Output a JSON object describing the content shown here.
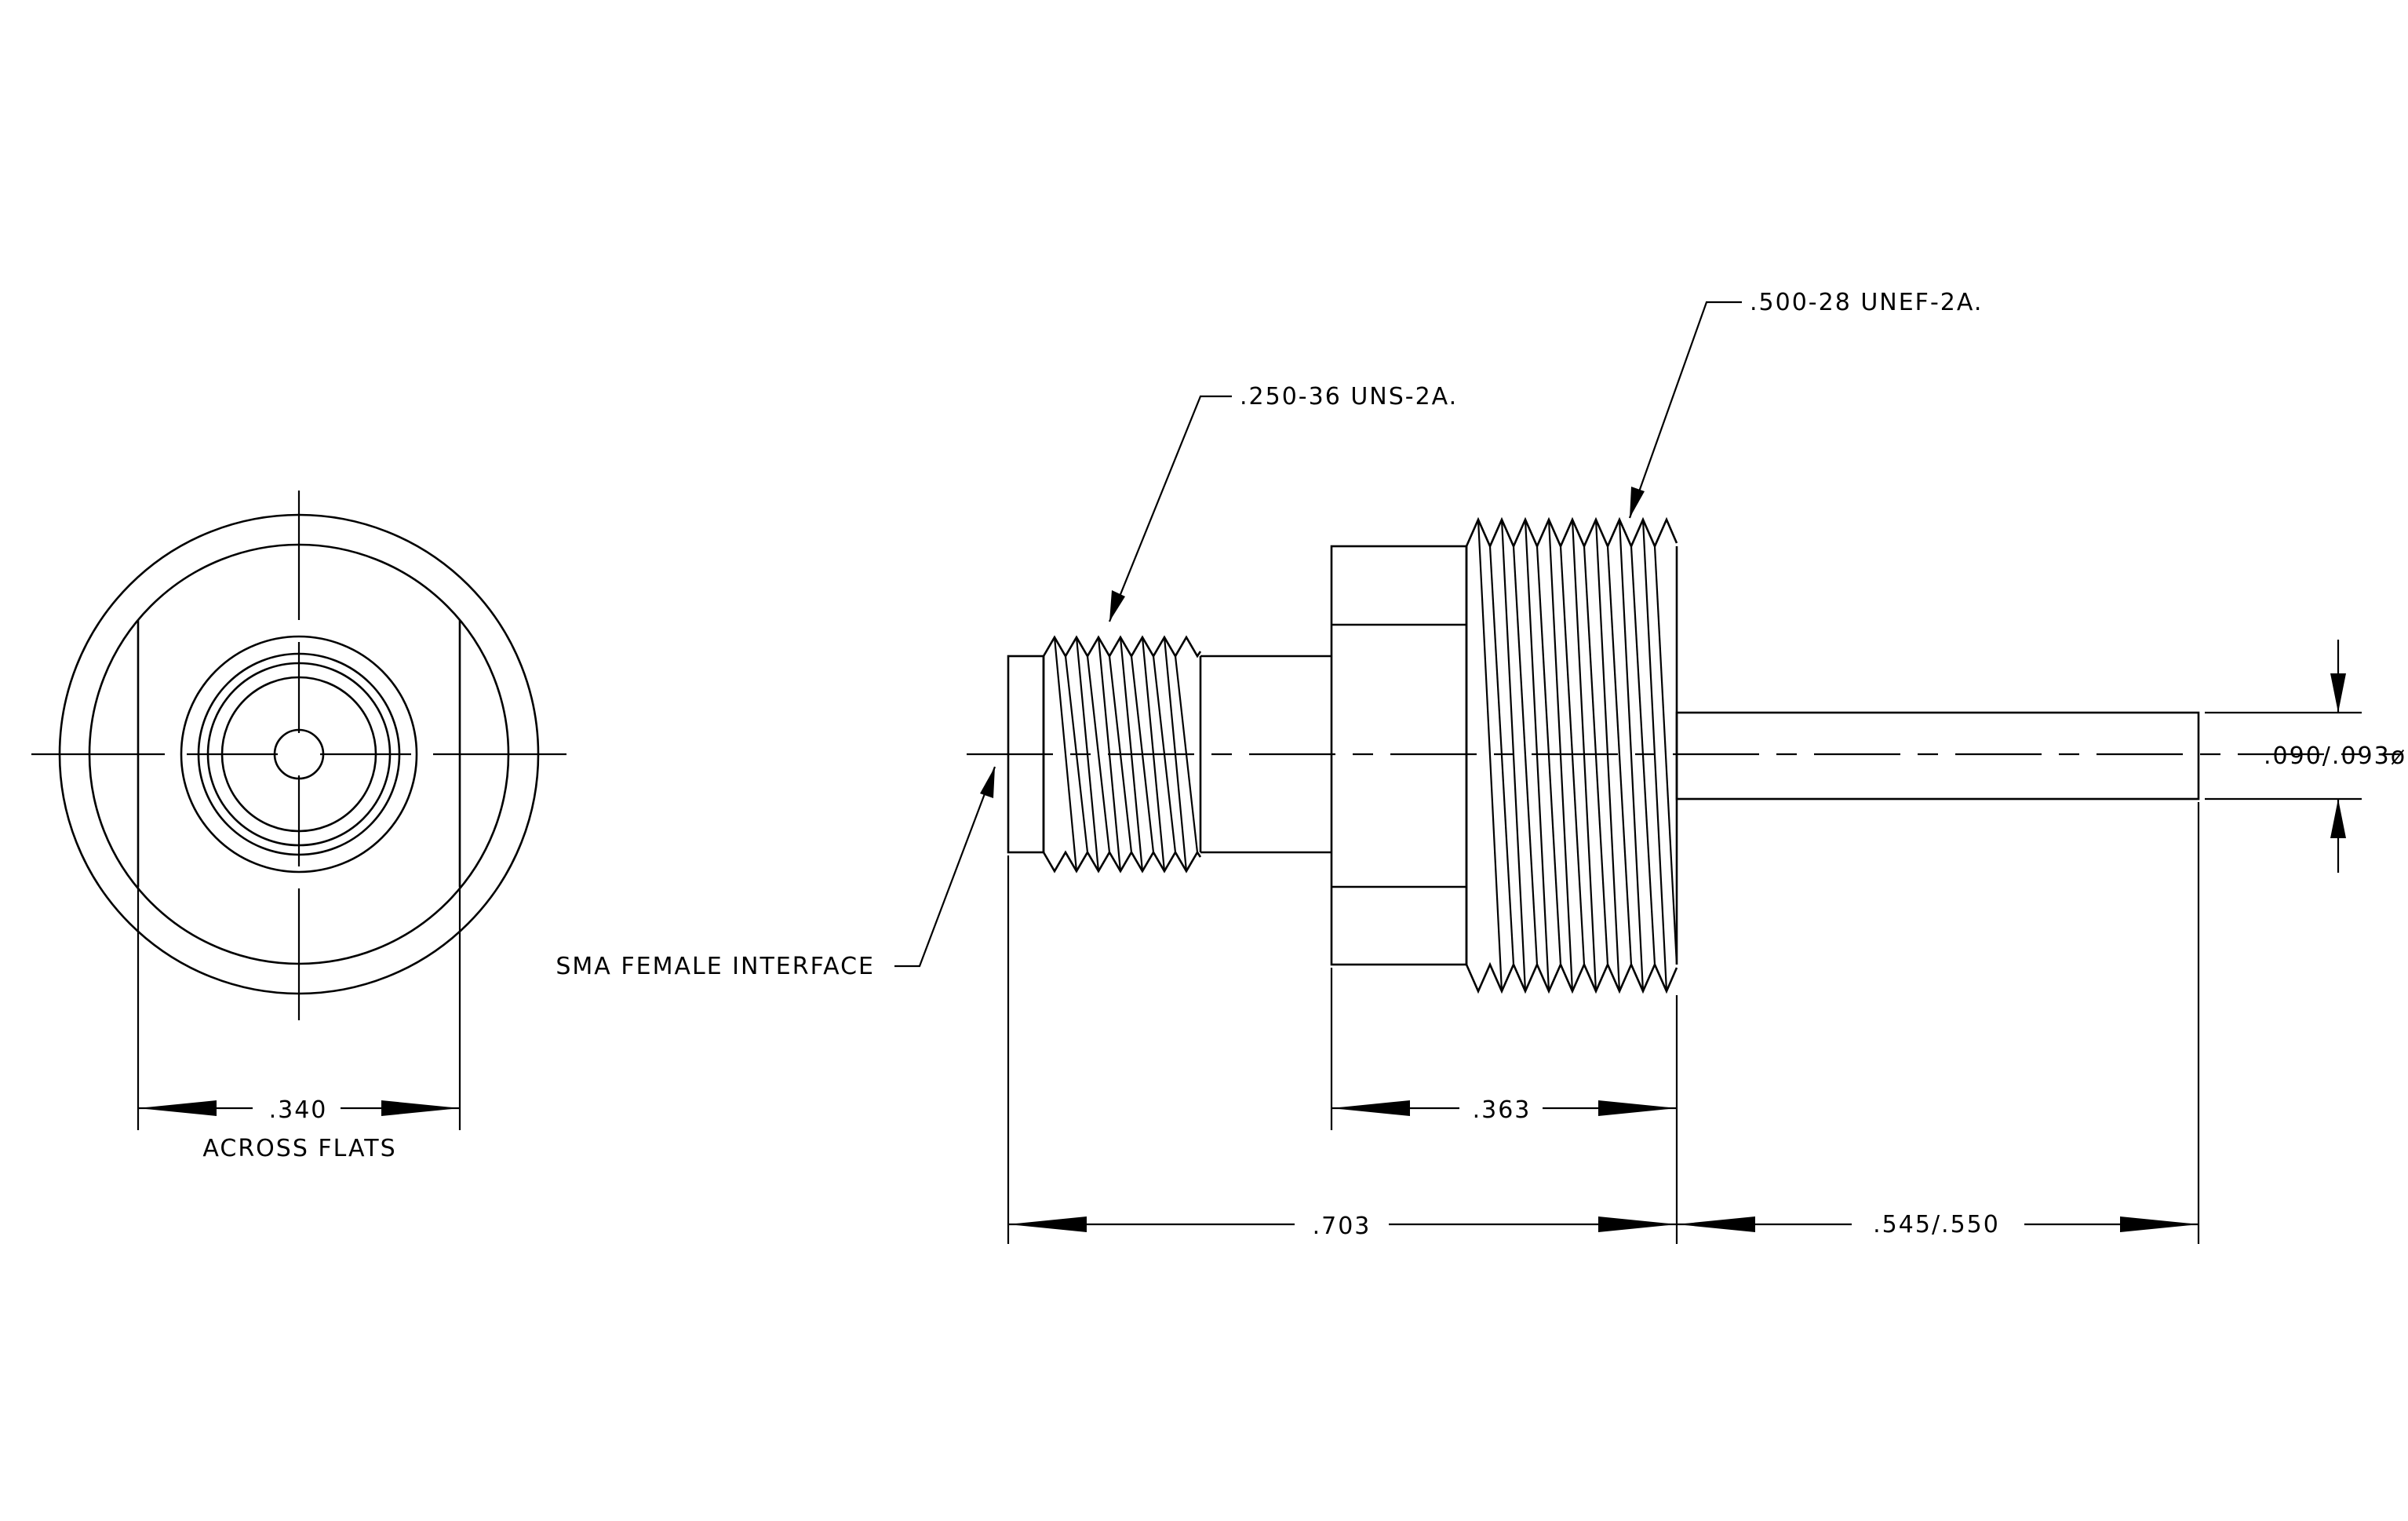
{
  "notes": {
    "thread_small": ".250-36 UNS-2A.",
    "thread_large": ".500-28 UNEF-2A.",
    "interface": "SMA FEMALE INTERFACE"
  },
  "dimensions": {
    "across_flats_value": ".340",
    "across_flats_label": "ACROSS FLATS",
    "hex_length": ".363",
    "body_length": ".703",
    "pin_length": ".545/.550",
    "pin_diameter": ".090/.093ø"
  }
}
